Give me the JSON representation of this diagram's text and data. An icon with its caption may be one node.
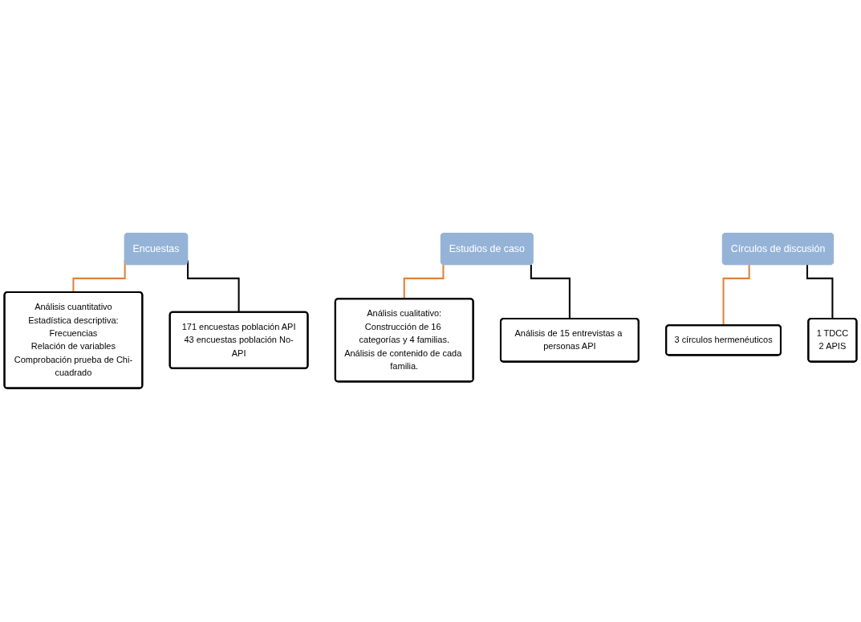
{
  "diagram": {
    "nodes": [
      {
        "text": [
          "Encuestas"
        ]
      },
      {
        "text": [
          "Análisis cuantitativo",
          "Estadística descriptiva:",
          "Frecuencias",
          "Relación de variables",
          "Comprobación prueba de Chi-cuadrado"
        ]
      },
      {
        "text": [
          "171 encuestas población API",
          "43 encuestas población No-API"
        ]
      },
      {
        "text": [
          "Estudios de caso"
        ]
      },
      {
        "text": [
          "Análisis cualitativo:",
          "Construcción de 16 categorías y 4 familias.",
          "Análisis de contenido de cada familia."
        ]
      },
      {
        "text": [
          "Análisis de 15 entrevistas a personas API"
        ]
      },
      {
        "text": [
          "Círculos de discusión"
        ]
      },
      {
        "text": [
          "3 círculos hermenéuticos"
        ]
      },
      {
        "text": [
          "1 TDCC",
          "2 APIS"
        ]
      }
    ],
    "edges": [
      {
        "from": 0,
        "to": 1,
        "arrow": "none",
        "color": "#e0803a"
      },
      {
        "from": 0,
        "to": 2,
        "arrow": "none",
        "color": "#000000"
      },
      {
        "from": 3,
        "to": 4,
        "arrow": "none",
        "color": "#e0803a"
      },
      {
        "from": 3,
        "to": 5,
        "arrow": "none",
        "color": "#000000"
      },
      {
        "from": 6,
        "to": 7,
        "arrow": "none",
        "color": "#e0803a"
      },
      {
        "from": 6,
        "to": 8,
        "arrow": "none",
        "color": "#000000"
      }
    ]
  }
}
